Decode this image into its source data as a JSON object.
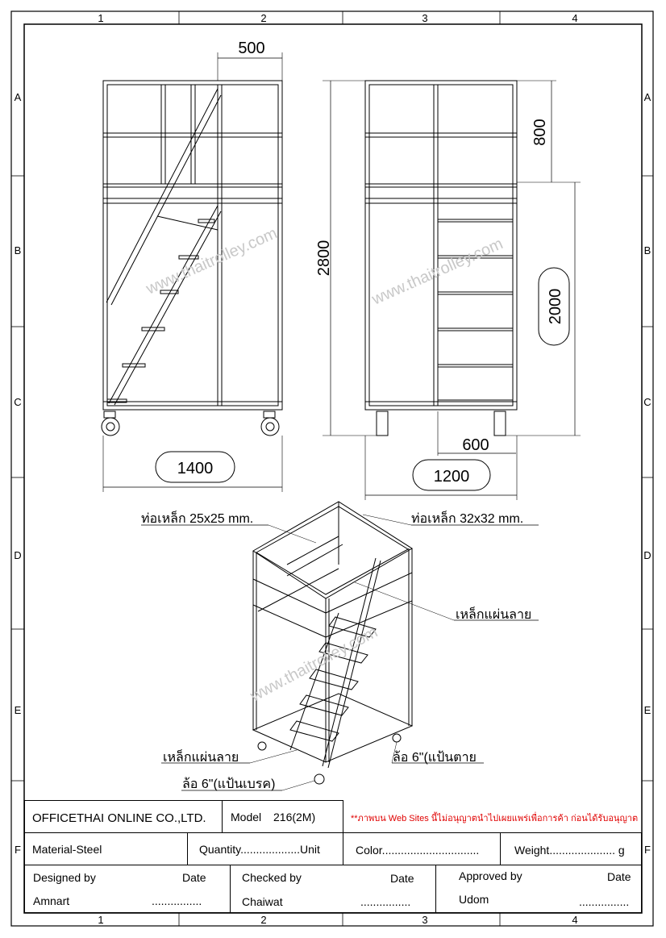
{
  "grid": {
    "columns": [
      "1",
      "2",
      "3",
      "4"
    ],
    "rows": [
      "A",
      "B",
      "C",
      "D",
      "E",
      "F"
    ]
  },
  "front_view": {
    "dim_width": "1400",
    "dim_depth": "500",
    "watermark": "www.thaitrolley.com"
  },
  "side_view": {
    "dim_height": "2800",
    "dim_top": "800",
    "dim_lower": "2000",
    "dim_width": "1200",
    "dim_step": "600",
    "watermark": "www.thaitrolley.com"
  },
  "iso_view": {
    "callout_pipe_small": "ท่อเหล็ก 25x25 mm.",
    "callout_pipe_large": "ท่อเหล็ก 32x32 mm.",
    "callout_plate_top": "เหล็กแผ่นลาย",
    "callout_plate_bottom": "เหล็กแผ่นลาย",
    "callout_wheel_fixed": "ล้อ 6\"(แป้นตาย",
    "callout_wheel_brake": "ล้อ 6\"(แป้นเบรค)",
    "watermark": "www.thaitrolley.com"
  },
  "title_block": {
    "company": "OFFICETHAI ONLINE CO.,LTD.",
    "model_label": "Model",
    "model_value": "216(2M)",
    "notice": "**ภาพบน Web Sites นี้ไม่อนุญาตนำไปเผยแพร่เพื่อการค้า ก่อนได้รับอนุญาต",
    "material": "Material-Steel",
    "quantity": "Quantity...................Unit",
    "color": "Color...............................",
    "weight": "Weight..................... g",
    "designed_label": "Designed by",
    "designed_name": "Amnart",
    "designed_date_label": "Date",
    "designed_date": "................",
    "checked_label": "Checked by",
    "checked_name": "Chaiwat",
    "checked_date_label": "Date",
    "checked_date": "................",
    "approved_label": "Approved by",
    "approved_name": "Udom",
    "approved_date_label": "Date",
    "approved_date": "................",
    "notice_color": "#e00000"
  }
}
